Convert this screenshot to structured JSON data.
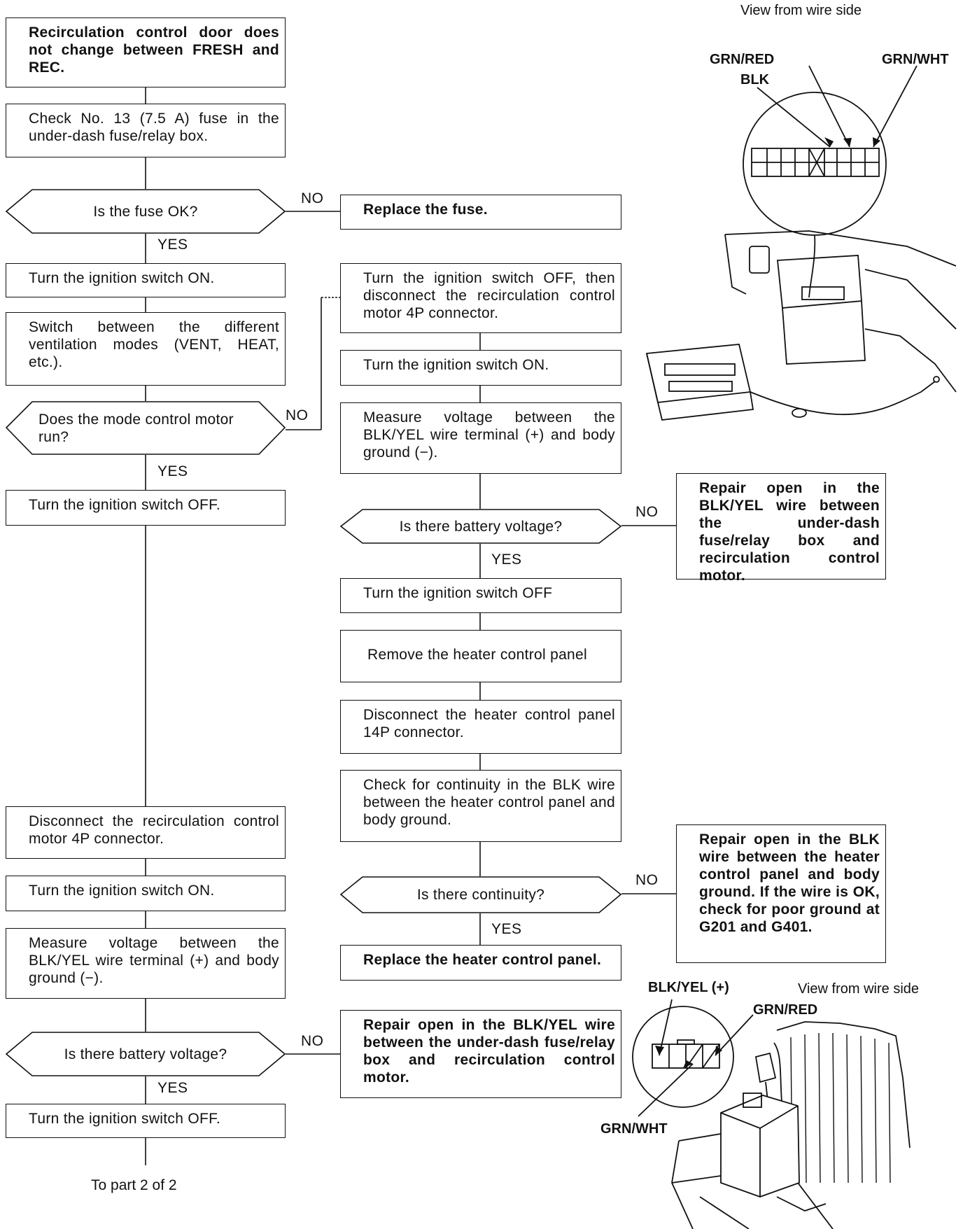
{
  "flow": {
    "start": "Recirculation control door does not change between FRESH and REC.",
    "check_fuse": "Check No. 13 (7.5 A) fuse in the under-dash fuse/relay box.",
    "q_fuse": "Is the fuse OK?",
    "replace_fuse": "Replace the fuse.",
    "ign_on_1": "Turn the ignition switch ON.",
    "switch_modes": "Switch between the different ventilation modes (VENT, HEAT, etc.).",
    "q_mode_motor": "Does the mode control motor run?",
    "ign_off_1": "Turn the ignition switch OFF.",
    "r_ign_off_disconnect": "Turn the ignition switch OFF, then disconnect the recirculation control motor 4P connector.",
    "r_ign_on": "Turn the ignition switch ON.",
    "r_measure": "Measure voltage between the BLK/YEL wire terminal (+) and body ground (−).",
    "r_q_voltage": "Is there battery voltage?",
    "r_repair_open_blkyel": "Repair open in the BLK/YEL wire between the under-dash fuse/relay box and recirculation control motor.",
    "r_ign_off": "Turn the ignition switch OFF",
    "r_remove_panel": "Remove the heater control panel",
    "r_disconnect_14p": "Disconnect the heater control panel 14P connector.",
    "r_check_continuity": "Check for continuity in the BLK wire between the heater control panel and body ground.",
    "r_q_continuity": "Is there continuity?",
    "r_repair_open_blk": "Repair open in the BLK wire between the heater control panel and body ground. If the wire is OK, check for poor ground at G201 and G401.",
    "r_replace_panel": "Replace the heater control panel.",
    "l_disconnect_4p": "Disconnect the recirculation control motor 4P connector.",
    "l_ign_on": "Turn the ignition switch ON.",
    "l_measure": "Measure voltage between the BLK/YEL wire terminal (+) and body ground (−).",
    "l_q_voltage": "Is there battery voltage?",
    "l_repair_open": "Repair open in the BLK/YEL wire between the under-dash fuse/relay box and recirculation control motor.",
    "l_ign_off": "Turn the ignition switch OFF.",
    "to_part2": "To part 2 of 2",
    "yes": "YES",
    "no": "NO"
  },
  "illustrations": {
    "top": {
      "view_label": "View from wire side",
      "wire_blk": "BLK",
      "wire_grn_red": "GRN/RED",
      "wire_grn_wht": "GRN/WHT"
    },
    "bottom": {
      "view_label": "View from wire side",
      "wire_blk_yel": "BLK/YEL (+)",
      "wire_grn_red": "GRN/RED",
      "wire_grn_wht": "GRN/WHT"
    }
  }
}
